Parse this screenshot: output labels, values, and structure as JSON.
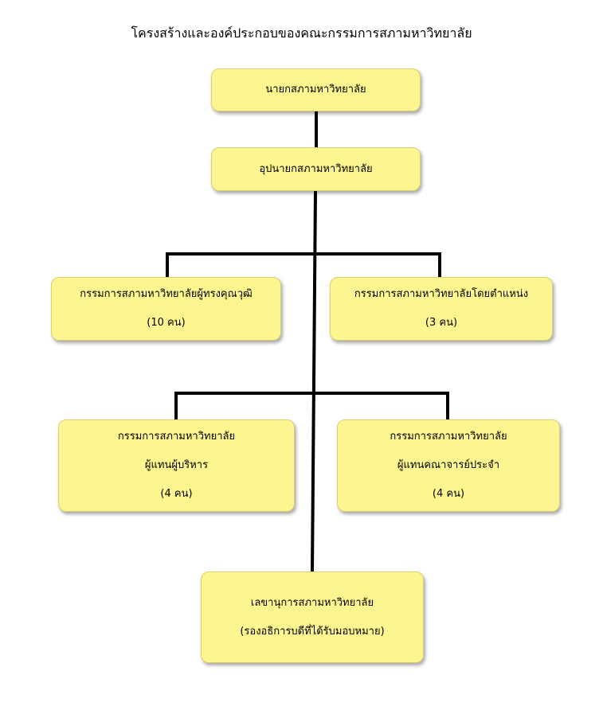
{
  "title": "โครงสร้างและองค์ประกอบของคณะกรรมการสภามหาวิทยาลัย",
  "nodes": {
    "president": {
      "lines": [
        "นายกสภามหาวิทยาลัย"
      ]
    },
    "vice_president": {
      "lines": [
        "อุปนายกสภามหาวิทยาลัย"
      ]
    },
    "qualified": {
      "lines": [
        "กรรมการสภามหาวิทยาลัยผู้ทรงคุณวุฒิ",
        "(10 คน)"
      ]
    },
    "ex_officio": {
      "lines": [
        "กรรมการสภามหาวิทยาลัยโดยตำแหน่ง",
        "(3 คน)"
      ]
    },
    "admin_rep": {
      "lines": [
        "กรรมการสภามหาวิทยาลัย",
        "ผู้แทนผู้บริหาร",
        "(4 คน)"
      ]
    },
    "faculty_rep": {
      "lines": [
        "กรรมการสภามหาวิทยาลัย",
        "ผู้แทนคณาจารย์ประจำ",
        "(4 คน)"
      ]
    },
    "secretary": {
      "lines": [
        "เลขานุการสภามหาวิทยาลัย",
        "(รองอธิการบดีที่ได้รับมอบหมาย)"
      ]
    }
  },
  "colors": {
    "box_fill": "#fdf58f",
    "box_border": "#d8cf73",
    "connector": "#000000"
  }
}
